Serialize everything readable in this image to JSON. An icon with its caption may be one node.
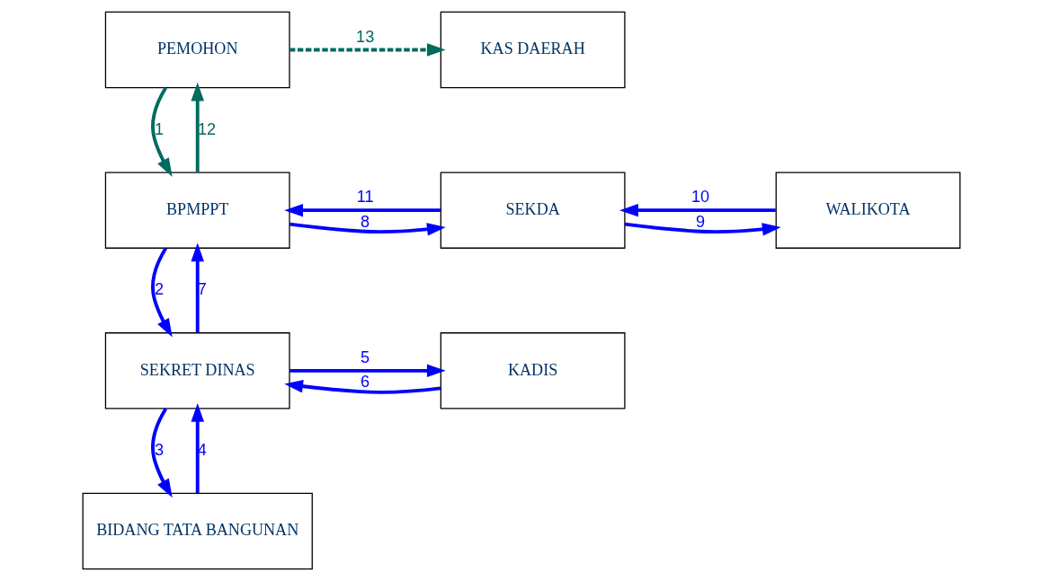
{
  "diagram": {
    "nodes": [
      {
        "text": [
          "KAS DAERAH"
        ]
      },
      {
        "text": [
          "PEMOHON"
        ]
      },
      {
        "text": [
          "BPMPPT"
        ]
      },
      {
        "text": [
          "SEKDA"
        ]
      },
      {
        "text": [
          "WALIKOTA"
        ]
      },
      {
        "text": [
          "SEKRET DINAS"
        ]
      },
      {
        "text": [
          "KADIS"
        ]
      },
      {
        "text": [
          "BIDANG TATA BANGUNAN"
        ]
      }
    ],
    "edges": [
      {
        "from": 1,
        "to": 2,
        "arrow": "to",
        "label": "1",
        "color": "#006b5f"
      },
      {
        "from": 2,
        "to": 5,
        "arrow": "to",
        "label": "2"
      },
      {
        "from": 5,
        "to": 7,
        "arrow": "to",
        "label": "3"
      },
      {
        "from": 7,
        "to": 5,
        "arrow": "to",
        "label": "4"
      },
      {
        "from": 5,
        "to": 6,
        "arrow": "to",
        "label": "5"
      },
      {
        "from": 6,
        "to": 5,
        "arrow": "to",
        "label": "6"
      },
      {
        "from": 5,
        "to": 2,
        "arrow": "to",
        "label": "7"
      },
      {
        "from": 2,
        "to": 3,
        "arrow": "to",
        "label": "8"
      },
      {
        "from": 3,
        "to": 4,
        "arrow": "to",
        "label": "9"
      },
      {
        "from": 4,
        "to": 3,
        "arrow": "to",
        "label": "10"
      },
      {
        "from": 3,
        "to": 2,
        "arrow": "to",
        "label": "11"
      },
      {
        "from": 2,
        "to": 1,
        "arrow": "to",
        "label": "12",
        "color": "#006b5f"
      },
      {
        "from": 1,
        "to": 0,
        "arrow": "to",
        "label": "13",
        "style": "dashed",
        "color": "#006b5f"
      }
    ]
  }
}
